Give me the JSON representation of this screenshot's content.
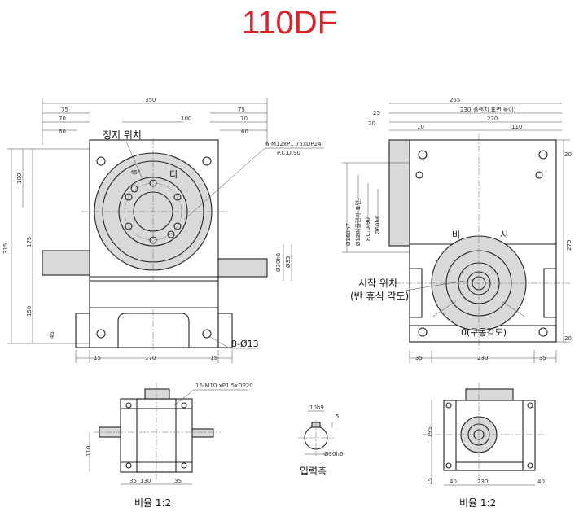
{
  "title": "110DF",
  "colors": {
    "title": "#d8232a",
    "line": "#222222",
    "fill": "#d9d9d9"
  },
  "front_view": {
    "overall_width": "350",
    "dims_top": [
      "75",
      "70",
      "60",
      "100",
      "75",
      "70",
      "60",
      "350"
    ],
    "dims_bottom": [
      "15",
      "170",
      "15"
    ],
    "dims_left": [
      "315",
      "100",
      "175",
      "150",
      "45"
    ],
    "stop_position_label": "정지 위치",
    "bolt_note_line1": "6-M12xP1.75xDP24",
    "bolt_note_line2": "P.C.D.90",
    "shaft_dims": [
      "Ø30h6",
      "Ø35"
    ],
    "hole_note": "8-Ø13",
    "arrow_text": "디",
    "small_text": "45°"
  },
  "side_view": {
    "dims_top": [
      "255",
      "230(플랜지 표면 높이)",
      "220",
      "110",
      "25",
      "10",
      "20"
    ],
    "dims_left": [
      "Ø160h7",
      "Ø120(플랜지 표면)",
      "P.C.D.90",
      "Ø60h6"
    ],
    "dims_right": [
      "20",
      "270",
      "20"
    ],
    "dims_bottom": [
      "35",
      "230",
      "35"
    ],
    "start_position_label_line1": "시작 위치",
    "start_position_label_line2": "(반 휴식 각도)",
    "angle_label": "0(구동각도)",
    "arrow_left": "비",
    "arrow_right": "시"
  },
  "bottom_left_view": {
    "note": "16-M10 xP1.5xDP20",
    "dims": [
      "110",
      "35",
      "130",
      "35"
    ],
    "scale_label": "비율 1:2"
  },
  "input_shaft_view": {
    "dims": [
      "10h9",
      "5",
      "Ø30h6"
    ],
    "label": "입력축"
  },
  "bottom_right_view": {
    "dims": [
      "40",
      "230",
      "40",
      "15",
      "195"
    ],
    "scale_label": "비율 1:2"
  }
}
